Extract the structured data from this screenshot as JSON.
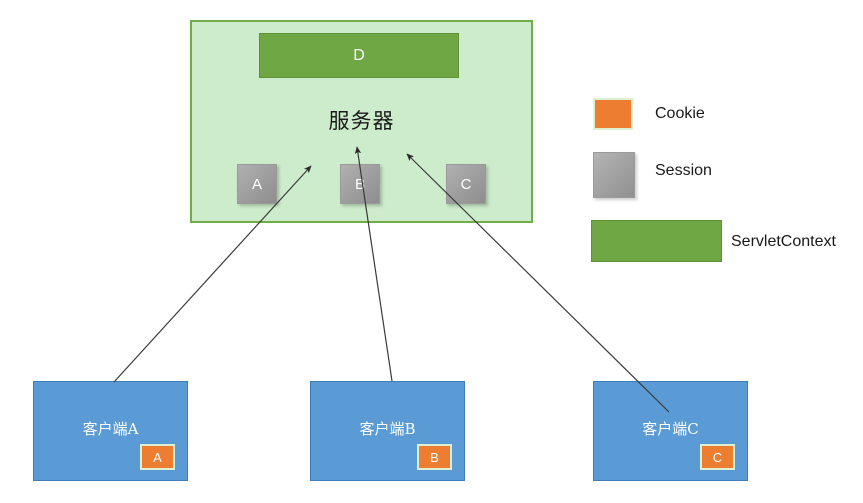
{
  "diagram": {
    "server": {
      "title": "服务器",
      "panel_color": "#cdeccb",
      "border_color": "#70ad47",
      "context_block": {
        "label": "D",
        "color": "#6fa744"
      },
      "sessions": [
        {
          "label": "A"
        },
        {
          "label": "B"
        },
        {
          "label": "C"
        }
      ]
    },
    "clients": [
      {
        "label": "客户端A",
        "cookie": "A"
      },
      {
        "label": "客户端B",
        "cookie": "B"
      },
      {
        "label": "客户端C",
        "cookie": "C"
      }
    ],
    "legend": {
      "items": [
        {
          "label": "Cookie",
          "color": "#ed7d31",
          "swatch": "cookie-swatch"
        },
        {
          "label": "Session",
          "color": "#a0a0a0",
          "swatch": "session-swatch"
        },
        {
          "label": "ServletContext",
          "color": "#6fa744",
          "swatch": "servletcontext-swatch"
        }
      ]
    },
    "colors": {
      "client_blue": "#5b9bd5",
      "cookie_orange": "#ed7d31",
      "session_gray": "#a0a0a0",
      "context_green": "#6fa744",
      "server_green": "#cdeccb",
      "arrow": "#3a3a3a"
    }
  }
}
